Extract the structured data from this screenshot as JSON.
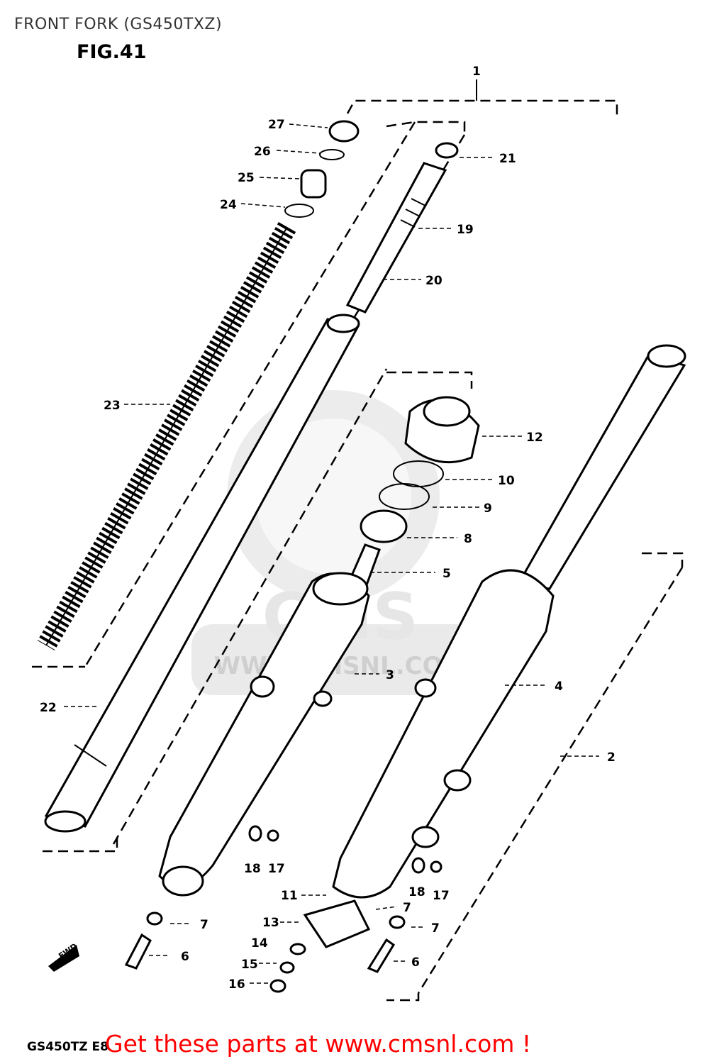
{
  "page_title": "FRONT FORK (GS450TXZ)",
  "figure_label": "FIG.41",
  "watermark": {
    "text": "WWW.CMSNL.COM",
    "logo_text": "CMS"
  },
  "direction_marker": "FWD",
  "callouts": [
    "1",
    "2",
    "3",
    "4",
    "5",
    "6",
    "6",
    "7",
    "7",
    "7",
    "8",
    "9",
    "10",
    "11",
    "12",
    "13",
    "14",
    "15",
    "16",
    "17",
    "17",
    "18",
    "18",
    "19",
    "20",
    "21",
    "22",
    "23",
    "24",
    "25",
    "26",
    "27"
  ],
  "footer": {
    "model_code": "GS450TZ E8",
    "call_to_action": "Get these parts at www.cmsnl.com !"
  },
  "colors": {
    "ink": "#000000",
    "title": "#333333",
    "watermark": "#d9d9d9",
    "cta": "#ff0000"
  }
}
